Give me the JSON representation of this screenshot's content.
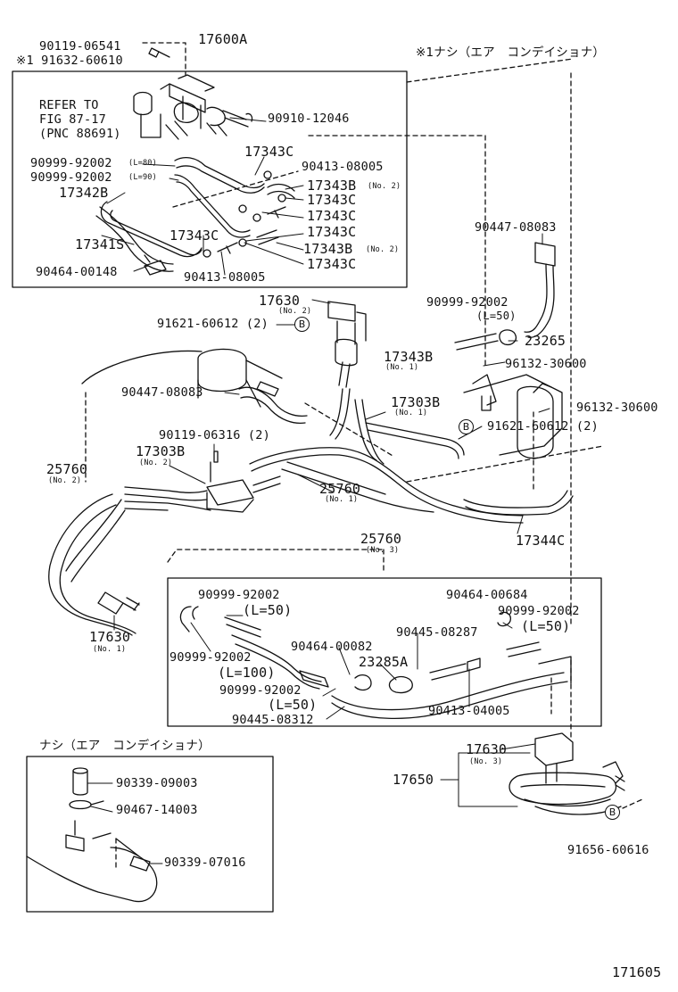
{
  "page_id": "171605",
  "note_aircon": "※1ナシ（エア　コンデイショナ）",
  "inset_title": "ナシ（エア　コンデイショナ）",
  "ref_letter": "B",
  "refer": {
    "line1": "REFER TO",
    "line2": "FIG 87-17",
    "line3": "(PNC 88691)"
  },
  "parts": {
    "p90119_06541": "90119-06541",
    "p91632_60610": "※1 91632-60610",
    "p17600A": "17600A",
    "p90910_12046": "90910-12046",
    "p17343C_a": "17343C",
    "p90999_92002_a": "90999-92002",
    "l_80": "(L=80)",
    "p90413_08005_a": "90413-08005",
    "p90999_92002_b": "90999-92002",
    "l_90": "(L=90)",
    "p17343B_a": "17343B",
    "no2_a": "(No. 2)",
    "p17342B": "17342B",
    "p17343C_b": "17343C",
    "p17343C_c": "17343C",
    "p17343C_d": "17343C",
    "p17343C_e": "17343C",
    "p17343B_b": "17343B",
    "no2_b": "(No. 2)",
    "p17341S": "17341S",
    "p17343C_f": "17343C",
    "p90464_00148": "90464-00148",
    "p90413_08005_b": "90413-08005",
    "p90447_08083_a": "90447-08083",
    "p17630_a": "17630",
    "no2_c": "(No. 2)",
    "p91621_60612_a": "91621-60612 (2)",
    "p90999_92002_c": "90999-92002",
    "l_50_a": "(L=50)",
    "p23265": "23265",
    "p17343B_c": "17343B",
    "no1_a": "(No. 1)",
    "p96132_30600_a": "96132-30600",
    "p90447_08083_b": "90447-08083",
    "p96132_30600_b": "96132-30600",
    "p17303B_a": "17303B",
    "no1_b": "(No. 1)",
    "p91621_60612_b": "91621-60612 (2)",
    "p90119_06316": "90119-06316 (2)",
    "p17303B_b": "17303B",
    "no2_d": "(No. 2)",
    "p25760_a": "25760",
    "no2_e": "(No. 2)",
    "p25760_b": "25760",
    "no1_c": "(No. 1)",
    "p17344C": "17344C",
    "p25760_c": "25760",
    "no3_a": "(No. 3)",
    "p17630_b": "17630",
    "no1_d": "(No. 1)",
    "p90999_92002_d": "90999-92002",
    "l_50_b": "(L=50)",
    "p90464_00684": "90464-00684",
    "p90999_92002_e": "90999-92002",
    "l_50_c": "(L=50)",
    "p90445_08287": "90445-08287",
    "p90999_92002_f": "90999-92002",
    "p90464_00082": "90464-00082",
    "p23285A": "23285A",
    "l_100": "(L=100)",
    "p90999_92002_g": "90999-92002",
    "l_50_d": "(L=50)",
    "p90413_04005": "90413-04005",
    "p90445_08312": "90445-08312",
    "p90339_09003": "90339-09003",
    "p90467_14003": "90467-14003",
    "p90339_07016": "90339-07016",
    "p17630_c": "17630",
    "no3_b": "(No. 3)",
    "p17650": "17650",
    "p91656_60616": "91656-60616"
  }
}
